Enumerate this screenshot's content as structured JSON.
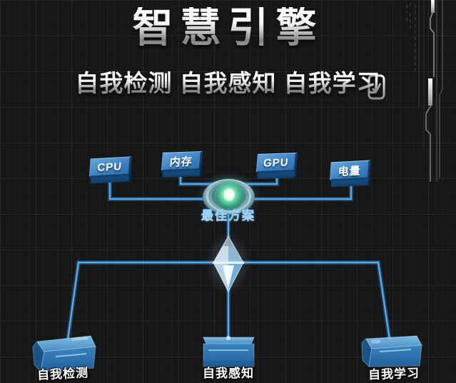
{
  "header": {
    "title": "智慧引擎",
    "subtitle": "自我检测 自我感知 自我学习"
  },
  "diagram": {
    "inputs": [
      {
        "label": "CPU"
      },
      {
        "label": "内存"
      },
      {
        "label": "GPU"
      },
      {
        "label": "电量"
      }
    ],
    "hub": {
      "label": "最佳方案"
    },
    "outputs": [
      {
        "label": "自我检测"
      },
      {
        "label": "自我感知"
      },
      {
        "label": "自我学习"
      }
    ]
  },
  "colors": {
    "background": "#151617",
    "wire_blue": "#55a9ef",
    "node_blue_top": "#3f83c4",
    "node_blue_front": "#103d68",
    "tray_blue": "#2f7cc0",
    "title_silver": "#d9d9d9",
    "eye_glow_green": "#4cc292",
    "crystal_blue": "#9dc6e4"
  }
}
